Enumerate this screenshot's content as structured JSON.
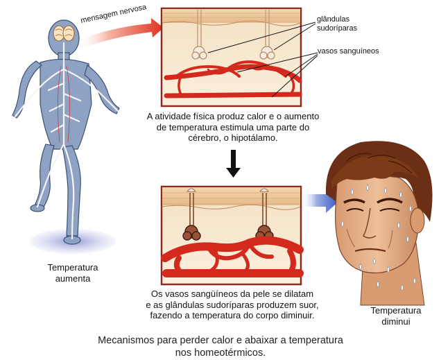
{
  "diagram": {
    "arrow_label": "mensagem nervosa",
    "label_glands": "glândulas\nsudoríparas",
    "label_vessels": "vasos sanguíneos",
    "text_top": "A atividade física produz calor e o aumento\nde temperatura estimula uma parte do\ncérebro, o hipotálamo.",
    "text_bottom": "Os vasos sangüíneos da pele se dilatam\ne as glândulas sudoríparas produzem suor,\nfazendo a temperatura do corpo diminuir.",
    "label_runner": "Temperatura\naumenta",
    "label_face": "Temperatura\ndiminui"
  },
  "caption": "Mecanismos para perder calor e abaixar a temperatura\nnos homeotérmicos.",
  "colors": {
    "skin": "#f0d2a6",
    "vessel": "#d42a1e",
    "arrow_red": "#e0301e",
    "arrow_blue": "#2f52c0",
    "frame": "#8a2a22",
    "nerve": "#f4f4f4",
    "body_blue": "#8ea3c4",
    "hair": "#6a2f14",
    "face_skin": "#e9b48c"
  }
}
